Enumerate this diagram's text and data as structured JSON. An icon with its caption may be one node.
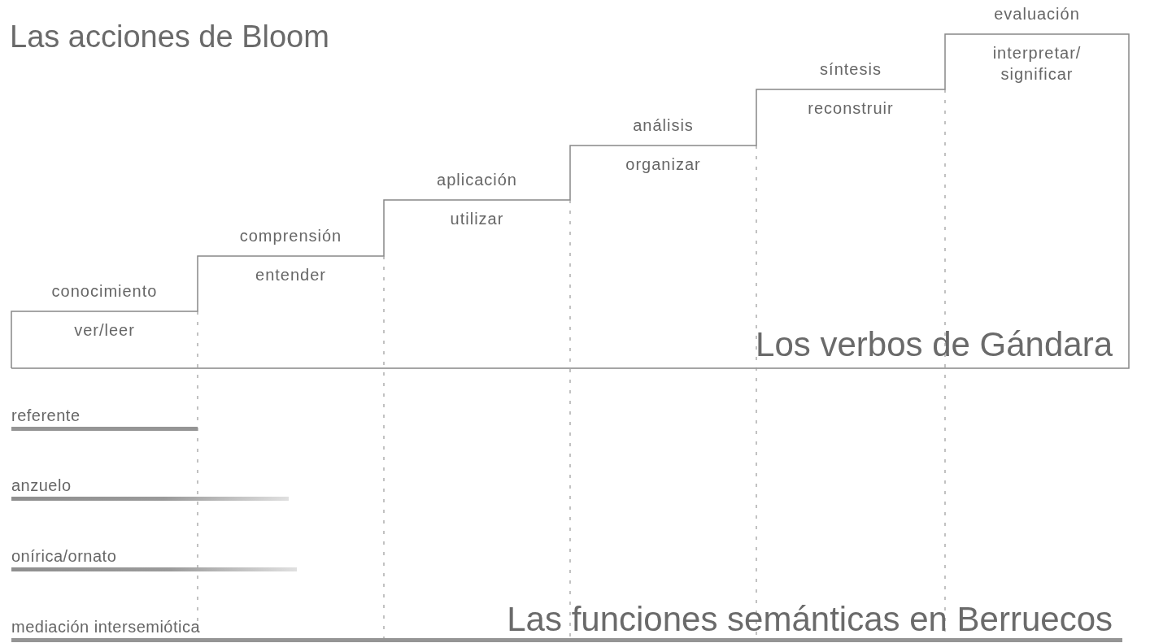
{
  "diagram": {
    "title": "Las acciones de Bloom",
    "nodes": [
      {
        "text": [
          "conocimiento",
          "ver/leer"
        ]
      },
      {
        "text": [
          "comprensión",
          "entender"
        ]
      },
      {
        "text": [
          "aplicación",
          "utilizar"
        ]
      },
      {
        "text": [
          "análisis",
          "organizar"
        ]
      },
      {
        "text": [
          "síntesis",
          "reconstruir"
        ]
      },
      {
        "text": [
          "evaluación",
          "interpretar/ significar"
        ]
      },
      {
        "text": [
          "referente"
        ]
      },
      {
        "text": [
          "anzuelo"
        ]
      },
      {
        "text": [
          "onírica/ornato"
        ]
      },
      {
        "text": [
          "mediación intersemiótica"
        ]
      }
    ],
    "edges": [],
    "labels": [
      "Los verbos de Gándara",
      "Las funciones semánticas en Berruecos"
    ]
  }
}
